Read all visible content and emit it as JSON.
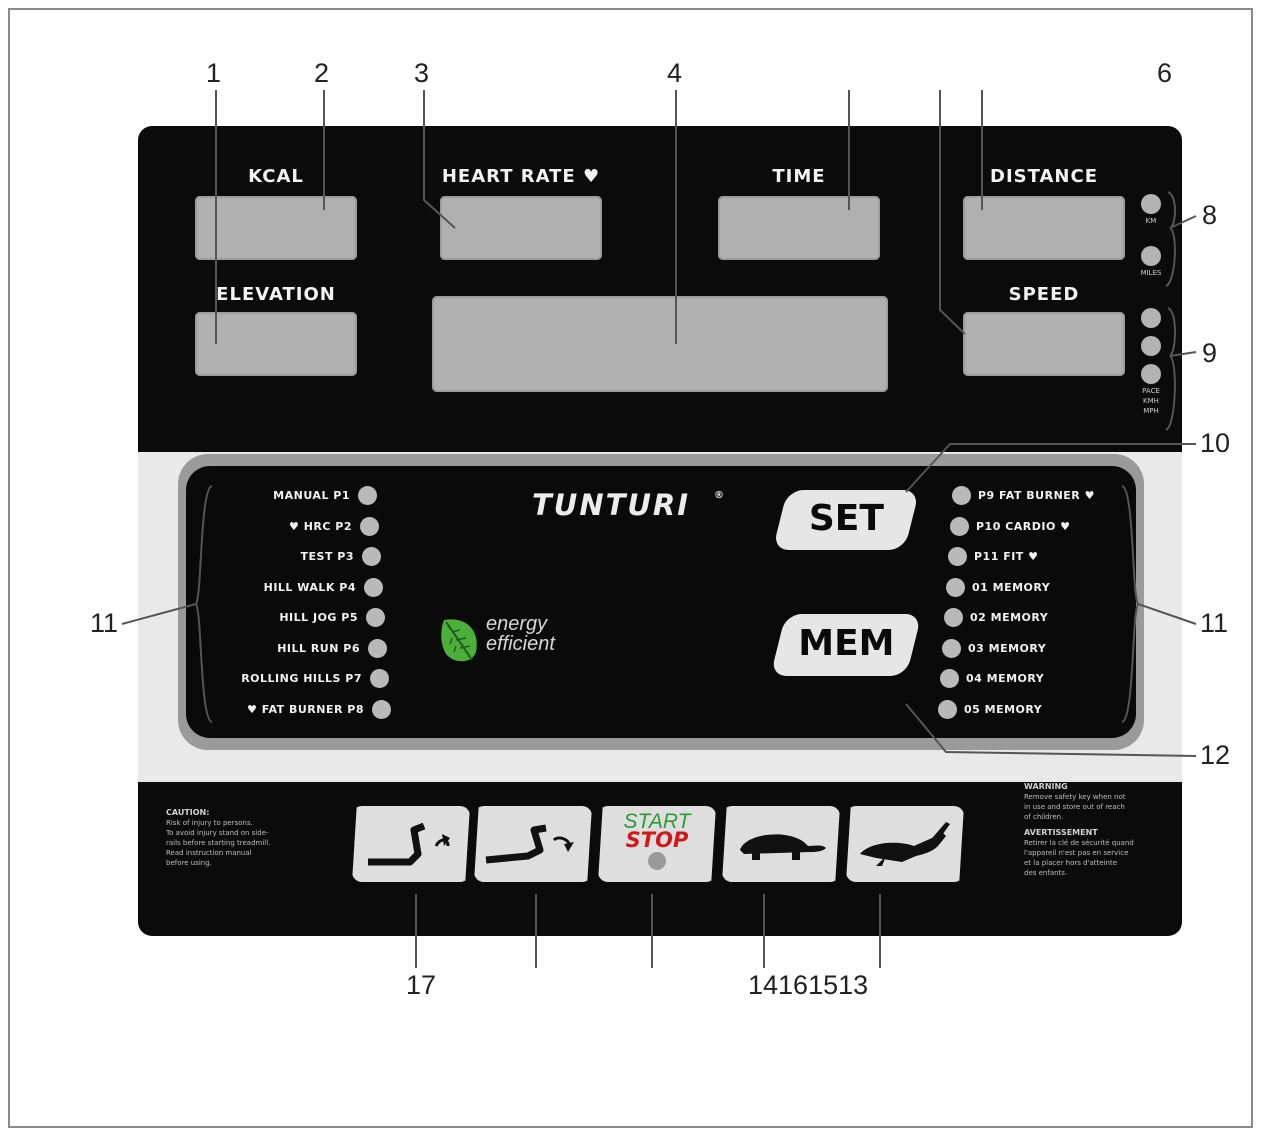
{
  "callouts": {
    "c1": "1",
    "c2": "2",
    "c3": "3",
    "c4": "4",
    "c6": "6",
    "c8": "8",
    "c9": "9",
    "c10": "10",
    "c11_left": "11",
    "c11_right": "11",
    "c12": "12",
    "c17": "17",
    "c_bottom": "14161513"
  },
  "displays": {
    "kcal": "KCAL",
    "heart_rate": "HEART RATE ♥",
    "time": "TIME",
    "distance": "DISTANCE",
    "elevation": "ELEVATION",
    "speed": "SPEED"
  },
  "units": {
    "distance_km": "KM",
    "distance_miles": "MILES",
    "speed_lbl": "PACE\nKMH\nMPH"
  },
  "programs_left": [
    {
      "label": "MANUAL  P1"
    },
    {
      "label": "♥ HRC  P2"
    },
    {
      "label": "TEST  P3"
    },
    {
      "label": "HILL WALK  P4"
    },
    {
      "label": "HILL JOG  P5"
    },
    {
      "label": "HILL RUN  P6"
    },
    {
      "label": "ROLLING HILLS  P7"
    },
    {
      "label": "♥ FAT BURNER  P8"
    }
  ],
  "programs_right": [
    {
      "label": "P9  FAT BURNER ♥"
    },
    {
      "label": "P10  CARDIO ♥"
    },
    {
      "label": "P11  FIT ♥"
    },
    {
      "label": "01  MEMORY"
    },
    {
      "label": "02  MEMORY"
    },
    {
      "label": "03  MEMORY"
    },
    {
      "label": "04  MEMORY"
    },
    {
      "label": "05  MEMORY"
    }
  ],
  "brand": {
    "logo": "TUNTURI",
    "energy_line1": "energy",
    "energy_line2": "efficient"
  },
  "keys": {
    "set": "SET",
    "mem": "MEM",
    "start": "START",
    "stop": "STOP"
  },
  "notes": {
    "caution_title": "CAUTION:",
    "caution_text": "Risk of injury to persons.\nTo avoid injury stand on side-\nrails before starting treadmill.\nRead instruction manual\nbefore using.",
    "warning_title": "WARNING",
    "warning_text": "Remove safety key when not\nin use and store out of reach\nof children.",
    "avert_title": "AVERTISSEMENT",
    "avert_text": "Retirer la clé de sécurité quand\nl'appareil n'est pas en service\net la placer hors d'atteinte\ndes enfants."
  },
  "colors": {
    "console": "#0b0b0b",
    "lcd": "#b0b0b0",
    "start_green": "#2e9a3a",
    "stop_red": "#d01818",
    "leaf_green": "#4caf3c"
  }
}
